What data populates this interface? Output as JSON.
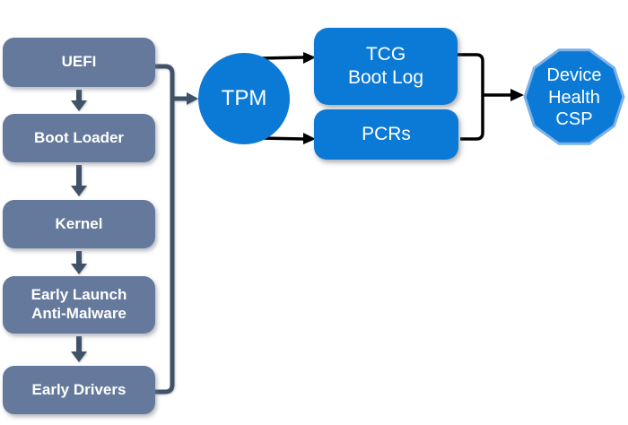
{
  "diagram": {
    "boot_chain": [
      {
        "label": "UEFI"
      },
      {
        "label": "Boot Loader"
      },
      {
        "label": "Kernel"
      },
      {
        "label": "Early Launch\nAnti-Malware"
      },
      {
        "label": "Early Drivers"
      }
    ],
    "tpm": {
      "label": "TPM"
    },
    "tcg_boot_log": {
      "label": "TCG\nBoot Log"
    },
    "pcrs": {
      "label": "PCRs"
    },
    "device_health_csp": {
      "label": "Device\nHealth\nCSP"
    },
    "colors": {
      "node_fill_gray": "#64799b",
      "node_fill_blue": "#0b7ad6",
      "connector_dark": "#3f5268",
      "connector_black": "#000000",
      "decagon_border": "#7cb2e8",
      "label_text": "#ffffff"
    }
  }
}
